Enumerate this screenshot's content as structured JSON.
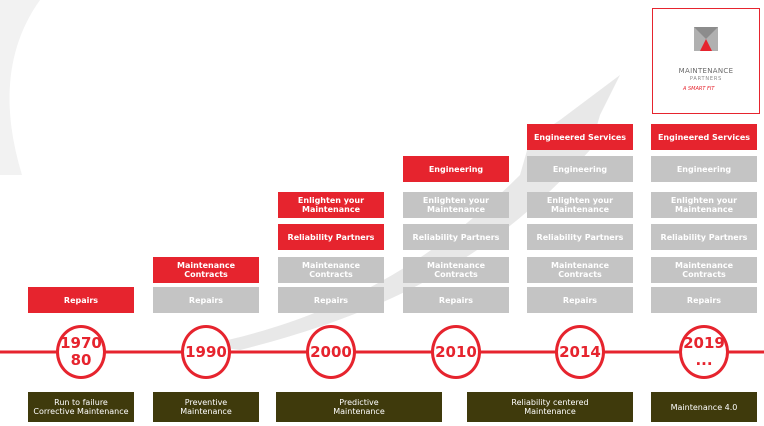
{
  "colors": {
    "accent": "#e6242e",
    "inactive": "#c4c4c4",
    "era_bg": "#3f3a0c",
    "arrow": "#e6e6e6"
  },
  "logo": {
    "name": "MAINTENANCE",
    "sub": "PARTNERS",
    "tagline": "A SMART FIT"
  },
  "stages": [
    {
      "year": "1970\n80",
      "era": "Run to failure\nCorrective Maintenance",
      "boxes": [
        {
          "label": "Repairs",
          "active": true
        }
      ]
    },
    {
      "year": "1990",
      "era": "Preventive\nMaintenance",
      "boxes": [
        {
          "label": "Repairs",
          "active": false
        },
        {
          "label": "Maintenance Contracts",
          "active": true
        }
      ]
    },
    {
      "year": "2000",
      "era": "Predictive\nMaintenance",
      "boxes": [
        {
          "label": "Repairs",
          "active": false
        },
        {
          "label": "Maintenance Contracts",
          "active": false
        },
        {
          "label": "Reliability Partners",
          "active": true
        },
        {
          "label": "Enlighten your\nMaintenance",
          "active": true
        }
      ]
    },
    {
      "year": "2010",
      "era": "Reliability centered\nMaintenance",
      "boxes": [
        {
          "label": "Repairs",
          "active": false
        },
        {
          "label": "Maintenance Contracts",
          "active": false
        },
        {
          "label": "Reliability Partners",
          "active": false
        },
        {
          "label": "Enlighten your\nMaintenance",
          "active": false
        },
        {
          "label": "Engineering",
          "active": true
        }
      ]
    },
    {
      "year": "2014",
      "era": "",
      "boxes": [
        {
          "label": "Repairs",
          "active": false
        },
        {
          "label": "Maintenance Contracts",
          "active": false
        },
        {
          "label": "Reliability Partners",
          "active": false
        },
        {
          "label": "Enlighten your\nMaintenance",
          "active": false
        },
        {
          "label": "Engineering",
          "active": false
        },
        {
          "label": "Engineered Services",
          "active": true
        }
      ]
    },
    {
      "year": "2019\n...",
      "era": "Maintenance 4.0",
      "boxes": [
        {
          "label": "Repairs",
          "active": false
        },
        {
          "label": "Maintenance Contracts",
          "active": false
        },
        {
          "label": "Reliability Partners",
          "active": false
        },
        {
          "label": "Enlighten your\nMaintenance",
          "active": false
        },
        {
          "label": "Engineering",
          "active": false
        },
        {
          "label": "Engineered Services",
          "active": true
        }
      ]
    }
  ]
}
